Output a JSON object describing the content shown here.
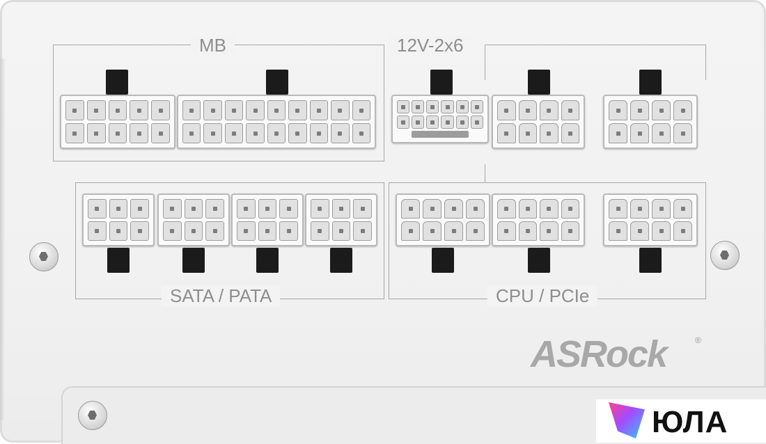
{
  "labels": {
    "mb": "MB",
    "highpower": "12V-2x6",
    "sata_pata": "SATA / PATA",
    "cpu_pcie": "CPU / PCIe"
  },
  "brand": {
    "logo_text": "ASRock",
    "registered_mark": "®"
  },
  "watermark": {
    "text": "ЮЛА"
  },
  "colors": {
    "panel": "#f3f3f3",
    "connector": "#fafafa",
    "latch": "#1b1b1b",
    "label": "#8e8e8e"
  }
}
